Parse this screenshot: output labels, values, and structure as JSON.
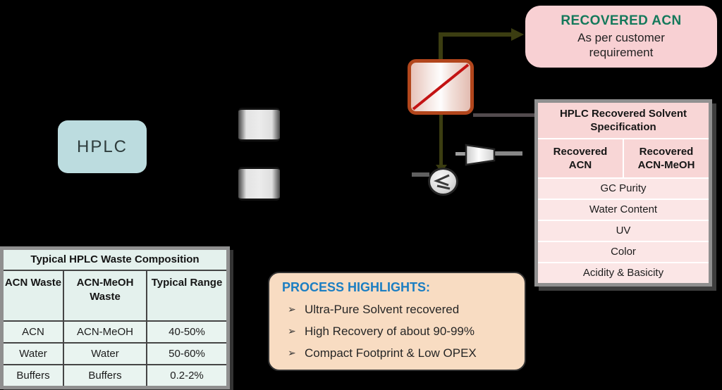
{
  "hplc_box": {
    "label": "HPLC"
  },
  "recovered_acn_note": {
    "title": "RECOVERED ACN",
    "line1": "As per customer",
    "line2": "requirement"
  },
  "spec_table": {
    "title": "HPLC Recovered Solvent Specification",
    "columns": [
      "Recovered ACN",
      "Recovered ACN-MeOH"
    ],
    "rows": [
      "GC Purity",
      "Water Content",
      "UV",
      "Color",
      "Acidity & Basicity"
    ]
  },
  "waste_table": {
    "title": "Typical HPLC Waste Composition",
    "columns": [
      "ACN Waste",
      "ACN-MeOH Waste",
      "Typical Range"
    ],
    "rows": [
      [
        "ACN",
        "ACN-MeOH",
        "40-50%"
      ],
      [
        "Water",
        "Water",
        "50-60%"
      ],
      [
        "Buffers",
        "Buffers",
        "0.2-2%"
      ]
    ]
  },
  "process_highlights": {
    "title": "PROCESS HIGHLIGHTS:",
    "bullet": "➢",
    "items": [
      "Ultra-Pure Solvent recovered",
      "High Recovery of about 90-99%",
      "Compact Footprint & Low OPEX"
    ]
  },
  "colors": {
    "background": "#000000",
    "hplc_box": "#bcdcdf",
    "acn_note_bg": "#f8d0d3",
    "acn_note_title": "#15795b",
    "spec_header_bg": "#f8d6d6",
    "spec_row_bg": "#fbe6e6",
    "waste_bg": "#e4f1ed",
    "highlights_bg": "#f8dcc2",
    "highlights_title": "#1b7ec2",
    "unit_border": "#b2461c",
    "unit_cross": "#c31313",
    "stream_line": "#3b3d11"
  }
}
